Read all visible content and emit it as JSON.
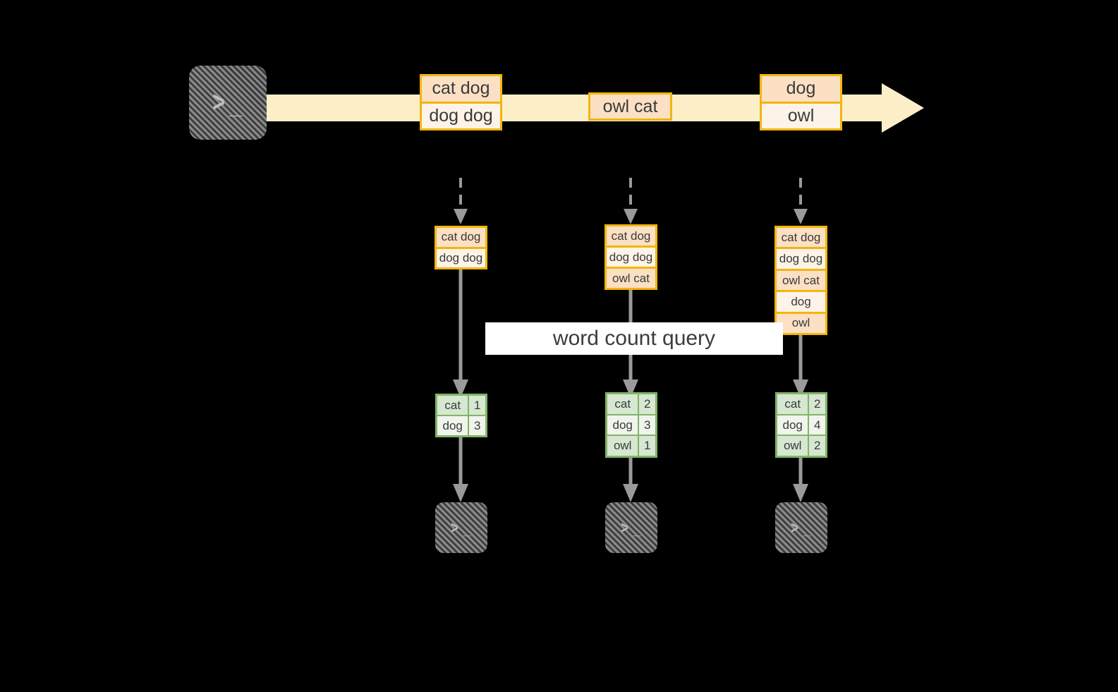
{
  "diagram": {
    "title": "word count streaming query diagram",
    "colors": {
      "background": "#000000",
      "event_border": "#F2B50E",
      "event_fill_dark": "#FBE0C4",
      "event_fill_light": "#FDF3E7",
      "timeline_arrow_fill": "#FCEFC8",
      "table_border": "#82B366",
      "table_fill_dark": "#D6E7D2",
      "table_fill_light": "#EFF5EC",
      "connector": "#9A9A9A",
      "terminal_fill": "#6F6F6F",
      "label_band": "#FFFFFF",
      "text": "#3A3A3A"
    }
  },
  "source": {
    "icon": "terminal-icon",
    "prompt": ">",
    "cursor": "_"
  },
  "timeline": {
    "arrow_icon": "right-block-arrow-icon",
    "events": [
      {
        "id": "event-1",
        "rows": [
          "cat dog",
          "dog dog"
        ]
      },
      {
        "id": "event-2",
        "rows": [
          "owl cat"
        ]
      },
      {
        "id": "event-3",
        "rows": [
          "dog",
          "owl"
        ]
      }
    ]
  },
  "query": {
    "label": "word count query"
  },
  "snapshots": [
    {
      "id": "snapshot-1",
      "input_rows": [
        "cat dog",
        "dog dog"
      ],
      "result": {
        "rows": [
          {
            "word": "cat",
            "count": "1"
          },
          {
            "word": "dog",
            "count": "3"
          }
        ]
      },
      "sink": {
        "icon": "terminal-icon",
        "prompt": ">",
        "cursor": "_"
      }
    },
    {
      "id": "snapshot-2",
      "input_rows": [
        "cat dog",
        "dog dog",
        "owl cat"
      ],
      "result": {
        "rows": [
          {
            "word": "cat",
            "count": "2"
          },
          {
            "word": "dog",
            "count": "3"
          },
          {
            "word": "owl",
            "count": "1"
          }
        ]
      },
      "sink": {
        "icon": "terminal-icon",
        "prompt": ">",
        "cursor": "_"
      }
    },
    {
      "id": "snapshot-3",
      "input_rows": [
        "cat dog",
        "dog dog",
        "owl cat",
        "dog",
        "owl"
      ],
      "result": {
        "rows": [
          {
            "word": "cat",
            "count": "2"
          },
          {
            "word": "dog",
            "count": "4"
          },
          {
            "word": "owl",
            "count": "2"
          }
        ]
      },
      "sink": {
        "icon": "terminal-icon",
        "prompt": ">",
        "cursor": "_"
      }
    }
  ]
}
